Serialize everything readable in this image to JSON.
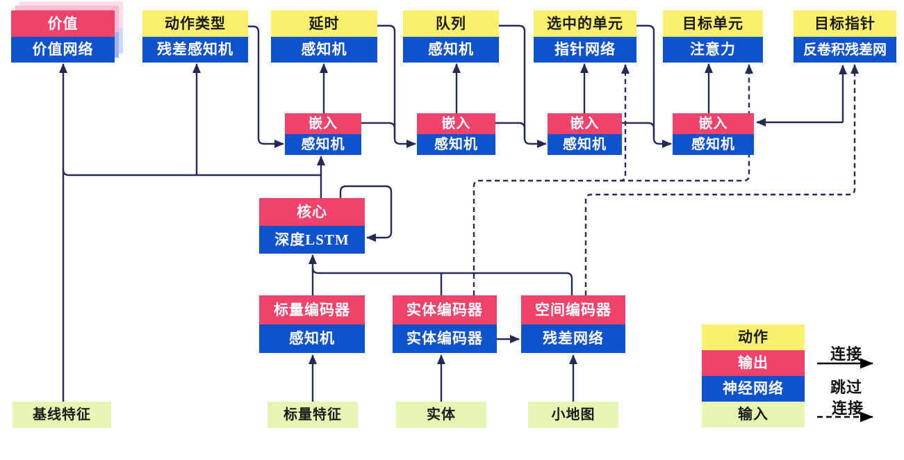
{
  "diagram": {
    "heads": [
      {
        "label": "价值",
        "network": "价值网络"
      },
      {
        "label": "动作类型",
        "network": "残差感知机"
      },
      {
        "label": "延时",
        "network": "感知机"
      },
      {
        "label": "队列",
        "network": "感知机"
      },
      {
        "label": "选中的单元",
        "network": "指针网络"
      },
      {
        "label": "目标单元",
        "network": "注意力"
      },
      {
        "label": "目标指针",
        "network": "反卷积残差网"
      }
    ],
    "embeds": [
      {
        "label": "嵌入",
        "network": "感知机"
      },
      {
        "label": "嵌入",
        "network": "感知机"
      },
      {
        "label": "嵌入",
        "network": "感知机"
      },
      {
        "label": "嵌入",
        "network": "感知机"
      }
    ],
    "core": {
      "label": "核心",
      "network": "深度LSTM"
    },
    "encoders": [
      {
        "label": "标量编码器",
        "network": "感知机"
      },
      {
        "label": "实体编码器",
        "network": "实体编码器"
      },
      {
        "label": "空间编码器",
        "network": "残差网络"
      }
    ],
    "inputs": [
      {
        "label": "基线特征"
      },
      {
        "label": "标量特征"
      },
      {
        "label": "实体"
      },
      {
        "label": "小地图"
      }
    ],
    "legend": {
      "items": [
        {
          "label": "动作",
          "color": "#FBEF6E"
        },
        {
          "label": "输出",
          "color": "#F0436B"
        },
        {
          "label": "神经网络",
          "color": "#0E52CE"
        },
        {
          "label": "输入",
          "color": "#E5F6B3"
        }
      ],
      "connection_label": "连接",
      "skip_label_line1": "跳过",
      "skip_label_line2": "连接"
    },
    "colors": {
      "wire": "#232B54",
      "legend_arrow": "#000000",
      "value_shadow_pink": "#F7BED3",
      "value_shadow_blue": "#9DB4EE"
    }
  }
}
